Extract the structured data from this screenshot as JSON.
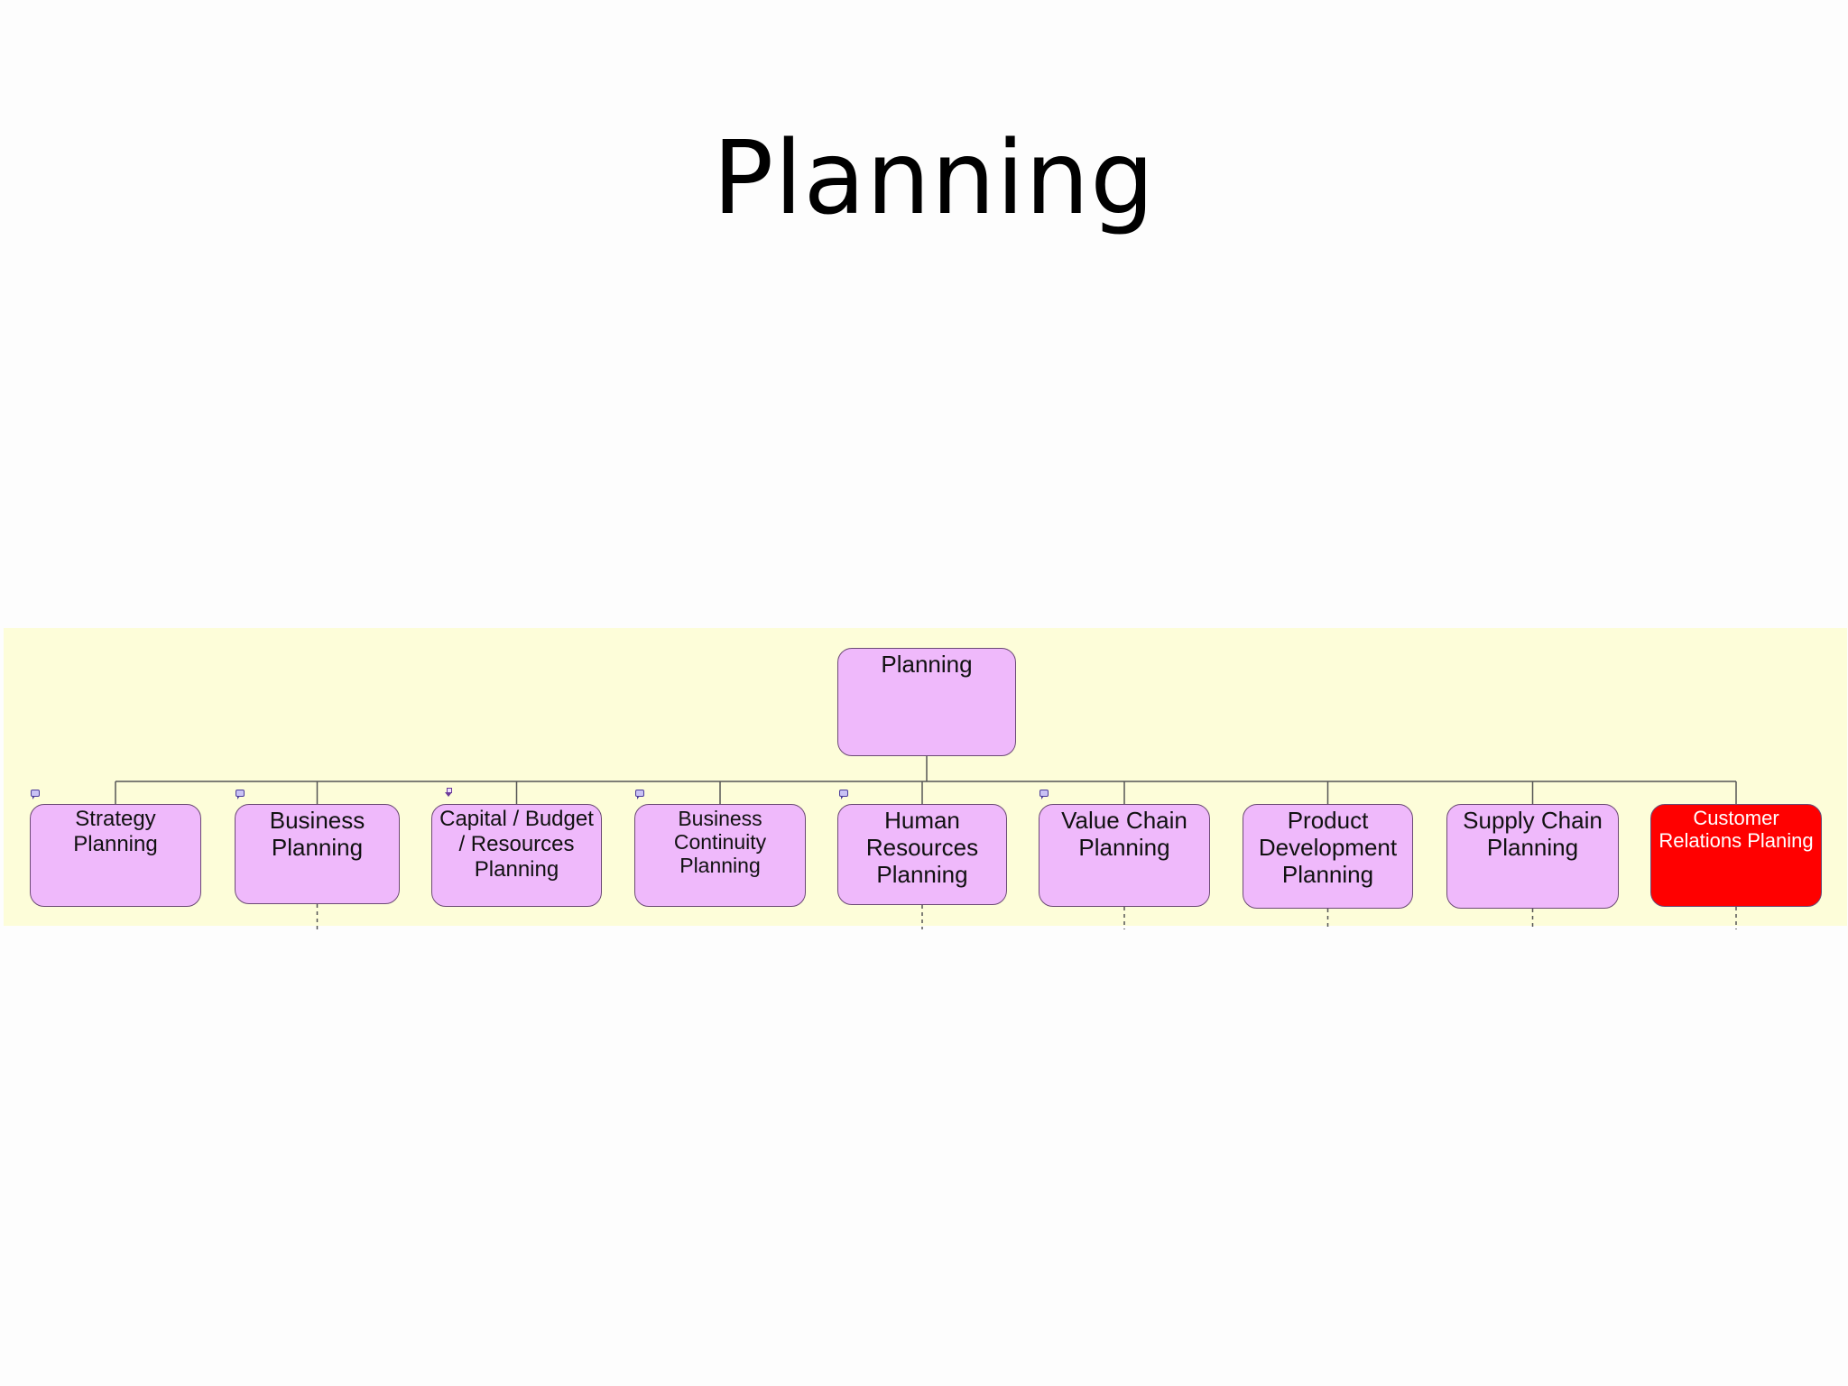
{
  "slide": {
    "title": "Planning"
  },
  "diagram": {
    "root": {
      "label": "Planning"
    },
    "children": [
      {
        "label": "Strategy Planning",
        "marker": "comment-icon"
      },
      {
        "label": "Business\nPlanning",
        "marker": "comment-icon"
      },
      {
        "label": "Capital / Budget\n/ Resources\nPlanning",
        "marker": "arrow-down-icon"
      },
      {
        "label": "Business\nContinuity\nPlanning",
        "marker": "comment-icon"
      },
      {
        "label": "Human\nResources\nPlanning",
        "marker": "comment-icon"
      },
      {
        "label": "Value Chain\nPlanning",
        "marker": "comment-icon"
      },
      {
        "label": "Product\nDevelopment\nPlanning",
        "marker": ""
      },
      {
        "label": "Supply Chain\nPlanning",
        "marker": ""
      },
      {
        "label": "Customer\nRelations Planing",
        "marker": "",
        "highlight": "#ff0000"
      }
    ],
    "colors": {
      "panel_background": "#fdfdd9",
      "node_fill": "#efb9fb",
      "node_border": "#6b4a74",
      "highlight_fill": "#ff0000",
      "connector": "#555555"
    }
  }
}
